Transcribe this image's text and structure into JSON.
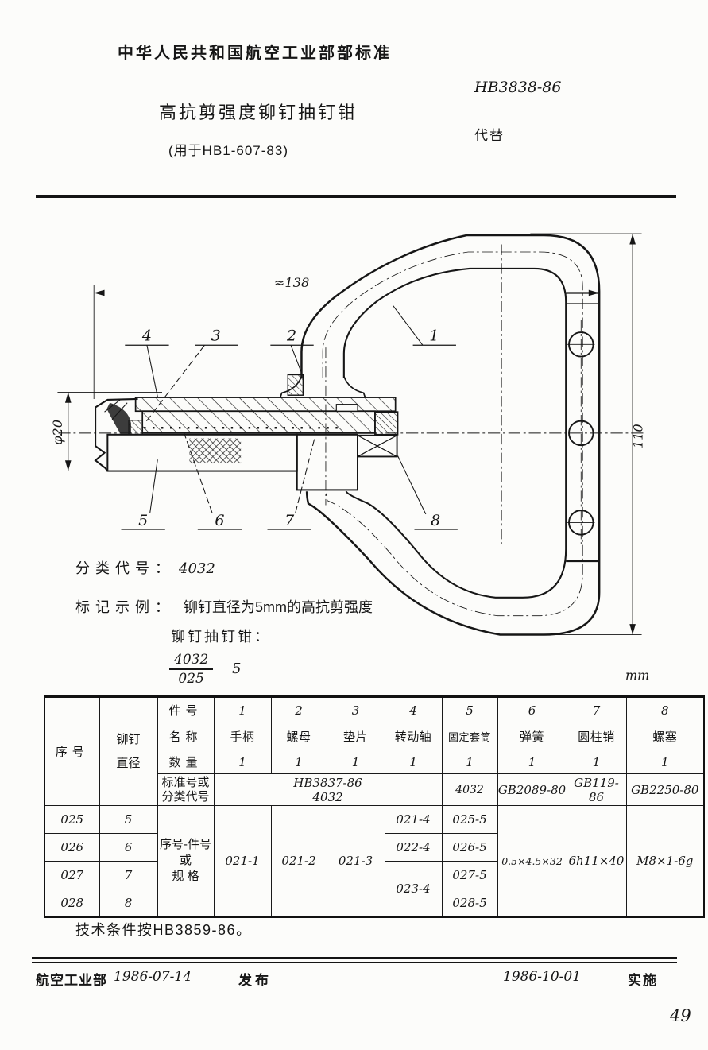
{
  "header": {
    "org": "中华人民共和国航空工业部部标准",
    "standard_no": "HB3838-86",
    "title": "高抗剪强度铆钉抽钉钳",
    "subtitle": "(用于HB1-607-83)",
    "replaces_label": "代替"
  },
  "drawing": {
    "dim_length": "≈138",
    "dim_height": "110",
    "dim_diameter": "φ20",
    "unit": "mm",
    "callouts": {
      "c1": "1",
      "c2": "2",
      "c3": "3",
      "c4": "4",
      "c5": "5",
      "c6": "6",
      "c7": "7",
      "c8": "8"
    }
  },
  "classification": {
    "label": "分类代号：",
    "value": "4032"
  },
  "marking": {
    "label": "标记示例：",
    "text": "铆钉直径为5mm的高抗剪强度",
    "text2": "铆钉抽钉钳：",
    "fraction_numerator": "4032",
    "fraction_denominator": "025",
    "size": "5"
  },
  "table": {
    "header_col1": "序号",
    "header_col2a": "铆钉",
    "header_col2b": "直径",
    "row_label_part_no": "件号",
    "row_label_name": "名称",
    "row_label_qty": "数量",
    "row_label_std_a": "标准号或",
    "row_label_std_b": "分类代号",
    "row_label_spec_a": "序号-件号",
    "row_label_spec_b": "或",
    "row_label_spec_c": "规 格",
    "part_nos": [
      "1",
      "2",
      "3",
      "4",
      "5",
      "6",
      "7",
      "8"
    ],
    "part_names": [
      "手柄",
      "螺母",
      "垫片",
      "转动轴",
      "固定套筒",
      "弹簧",
      "圆柱销",
      "螺塞"
    ],
    "quantities": [
      "1",
      "1",
      "1",
      "1",
      "1",
      "1",
      "1",
      "1"
    ],
    "std_span_a": "HB3837-86",
    "std_span_b": "4032",
    "std_c5": "4032",
    "std_c6": "GB2089-80",
    "std_c7": "GB119-86",
    "std_c8": "GB2250-80",
    "c1": "021-1",
    "c2": "021-2",
    "c3": "021-3",
    "c6": "0.5×4.5×32",
    "c7": "6h11×40",
    "c8": "M8×1-6g",
    "rows": [
      {
        "seq": "025",
        "dia": "5",
        "c4": "021-4",
        "c5": "025-5"
      },
      {
        "seq": "026",
        "dia": "6",
        "c4": "022-4",
        "c5": "026-5"
      },
      {
        "seq": "027",
        "dia": "7",
        "c4": "023-4",
        "c5": "027-5"
      },
      {
        "seq": "028",
        "dia": "8",
        "c5": "028-5"
      }
    ]
  },
  "note": "技术条件按HB3859-86。",
  "footer": {
    "org": "航空工业部",
    "issue_date": "1986-07-14",
    "issue_label": "发布",
    "impl_date": "1986-10-01",
    "impl_label": "实施"
  },
  "page_number": "49"
}
